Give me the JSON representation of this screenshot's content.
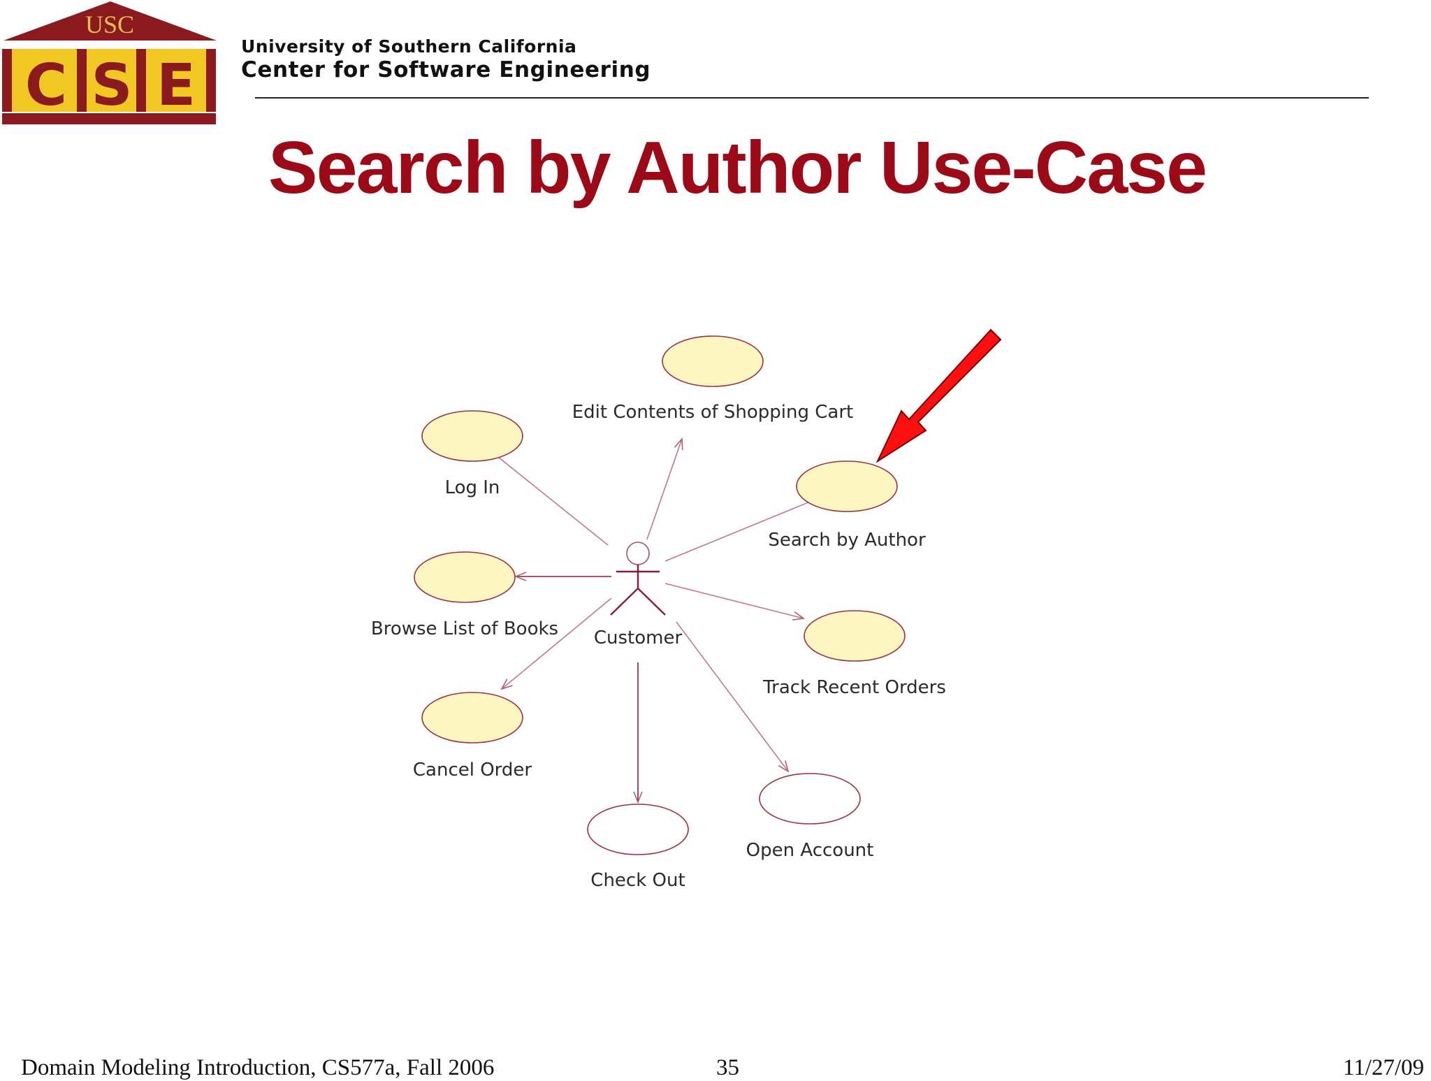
{
  "header": {
    "logo": {
      "text_top": "USC",
      "letters": [
        "C",
        "S",
        "E"
      ]
    },
    "org_line1": "University of Southern California",
    "org_line2": "Center for Software  Engineering"
  },
  "slide": {
    "title": "Search by Author Use-Case"
  },
  "diagram": {
    "actor": {
      "label": "Customer"
    },
    "use_cases": [
      {
        "id": "edit-cart",
        "label": "Edit Contents of Shopping Cart"
      },
      {
        "id": "log-in",
        "label": "Log In"
      },
      {
        "id": "search-author",
        "label": "Search by Author",
        "highlighted": true
      },
      {
        "id": "browse-books",
        "label": "Browse List of Books"
      },
      {
        "id": "track-orders",
        "label": "Track Recent Orders"
      },
      {
        "id": "cancel-order",
        "label": "Cancel Order"
      },
      {
        "id": "check-out",
        "label": "Check Out"
      },
      {
        "id": "open-account",
        "label": "Open Account"
      }
    ],
    "colors": {
      "filled_use_case": "#fff7c2",
      "outline": "#8b1a3a",
      "arrow": "#ff1010",
      "line": "#c08080"
    }
  },
  "footer": {
    "course": "Domain Modeling Introduction, CS577a, Fall 2006",
    "page": "35",
    "date": "11/27/09"
  }
}
